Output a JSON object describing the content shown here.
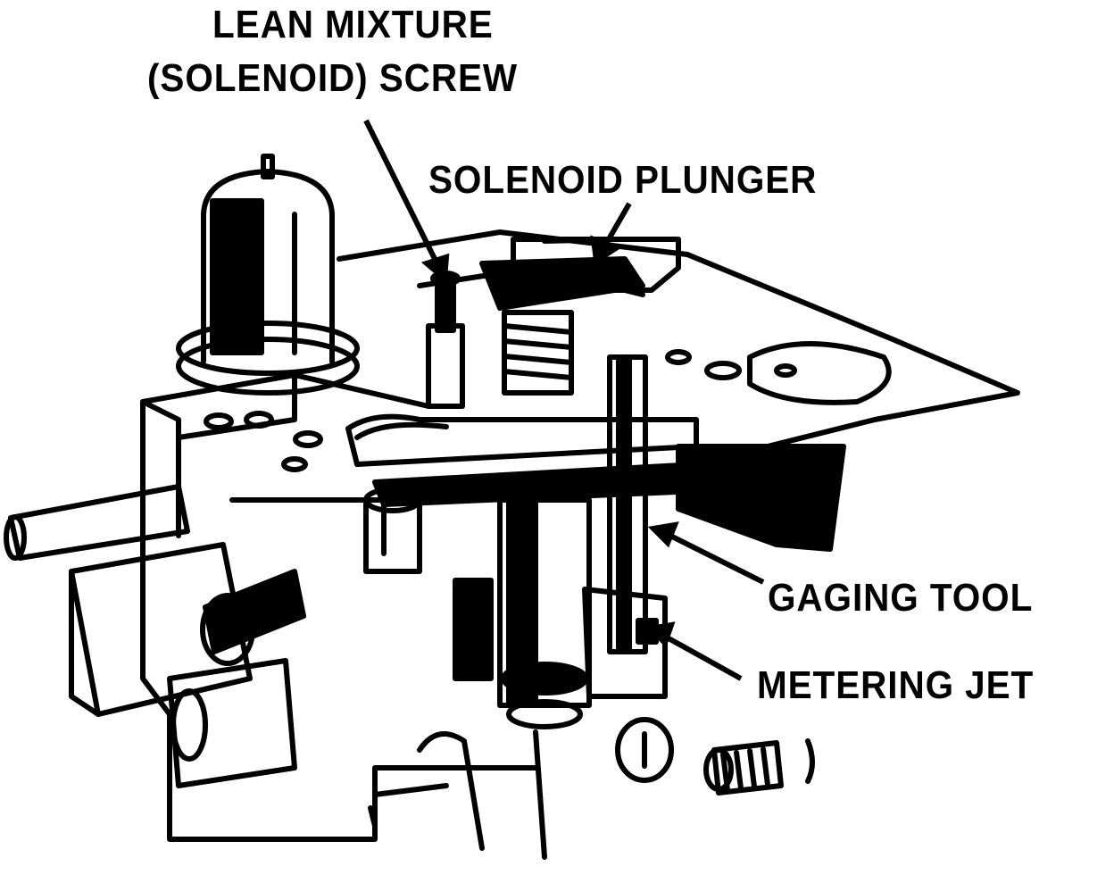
{
  "diagram": {
    "labels": {
      "lean_mixture_line1": "LEAN MIXTURE",
      "lean_mixture_line2": "(SOLENOID) SCREW",
      "solenoid_plunger": "SOLENOID PLUNGER",
      "gaging_tool": "GAGING TOOL",
      "metering_jet": "METERING JET"
    },
    "colors": {
      "ink": "#000000",
      "paper": "#ffffff"
    }
  }
}
